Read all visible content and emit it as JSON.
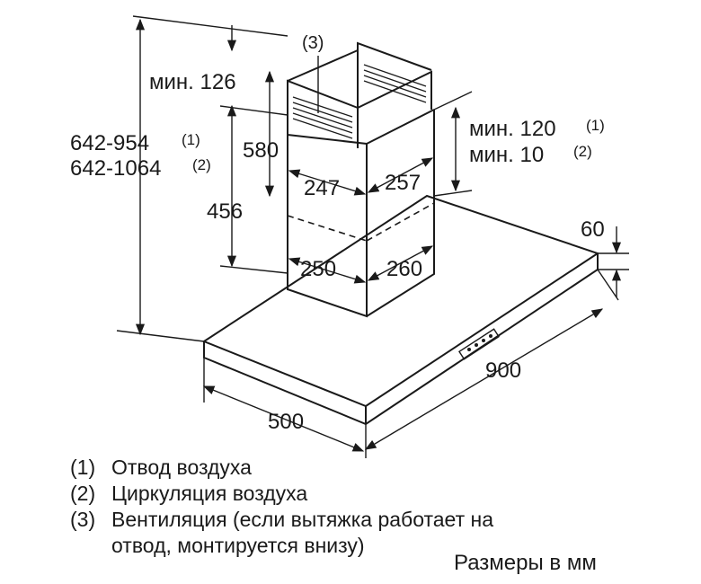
{
  "drawing": {
    "callout_3": "(3)",
    "min_126": "мин. 126",
    "height_total_1": "642-954",
    "height_total_1_note": "(1)",
    "height_total_2": "642-1064",
    "height_total_2_note": "(2)",
    "dim_580": "580",
    "dim_456": "456",
    "dim_247": "247",
    "dim_257": "257",
    "dim_250": "250",
    "dim_260": "260",
    "min_120": "мин. 120",
    "min_120_note": "(1)",
    "min_10": "мин. 10",
    "min_10_note": "(2)",
    "dim_60": "60",
    "dim_900": "900",
    "dim_500": "500"
  },
  "legend": [
    {
      "num": "(1)",
      "text": "Отвод воздуха"
    },
    {
      "num": "(2)",
      "text": "Циркуляция воздуха"
    },
    {
      "num": "(3)",
      "text": "Вентиляция (если вытяжка работает на"
    },
    {
      "num": "",
      "text": "отвод, монтируется внизу)"
    }
  ],
  "units": "Размеры в мм"
}
